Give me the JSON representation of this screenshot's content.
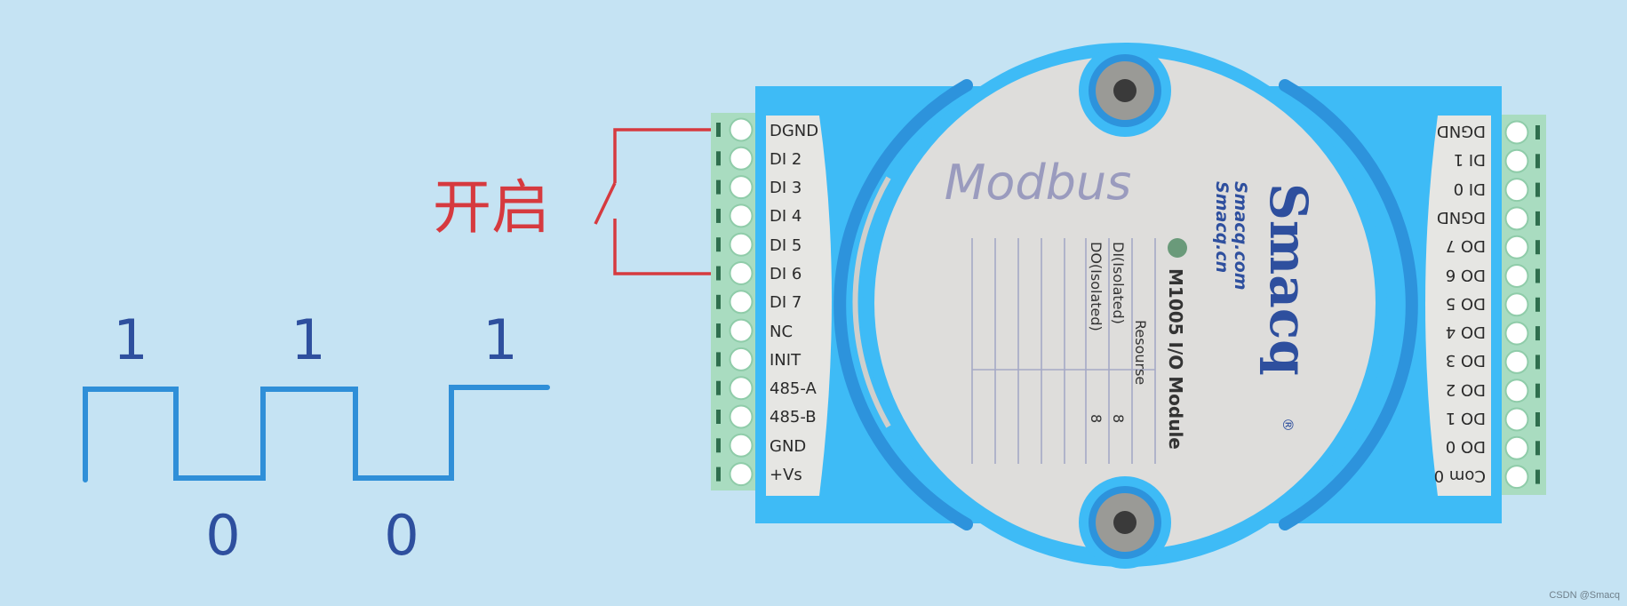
{
  "switch_label": "开启",
  "signal": {
    "bits": [
      "1",
      "0",
      "1",
      "0",
      "1"
    ],
    "color": "#2f8fd8",
    "digit_color": "#2e4f9e"
  },
  "module": {
    "protocol": "Modbus",
    "brand": "Smacq",
    "registered_mark": "®",
    "urls": [
      "Smacq.com",
      "Smacq.cn"
    ],
    "model": "M1005 I/O Module",
    "table": {
      "header": "Resourse",
      "rows": [
        {
          "label": "DI(Isolated)",
          "value": "8"
        },
        {
          "label": "DO(Isolated)",
          "value": "8"
        }
      ]
    },
    "left_pins": [
      "DGND",
      "DI 2",
      "DI 3",
      "DI 4",
      "DI 5",
      "DI 6",
      "DI 7",
      "NC",
      "INIT",
      "485-A",
      "485-B",
      "GND",
      "+Vs"
    ],
    "right_pins": [
      "DGND",
      "DI 1",
      "DI 0",
      "DGND",
      "DO 7",
      "DO 6",
      "DO 5",
      "DO 4",
      "DO 3",
      "DO 2",
      "DO 1",
      "DO 0",
      "Com 0"
    ],
    "colors": {
      "body": "#3ebbf6",
      "arc": "#2d93dc",
      "face": "#dedddb",
      "terminal": "#a9dcc0",
      "wire": "#d63a3f",
      "brand": "#2e4f9e"
    }
  },
  "watermark": "CSDN @Smacq"
}
